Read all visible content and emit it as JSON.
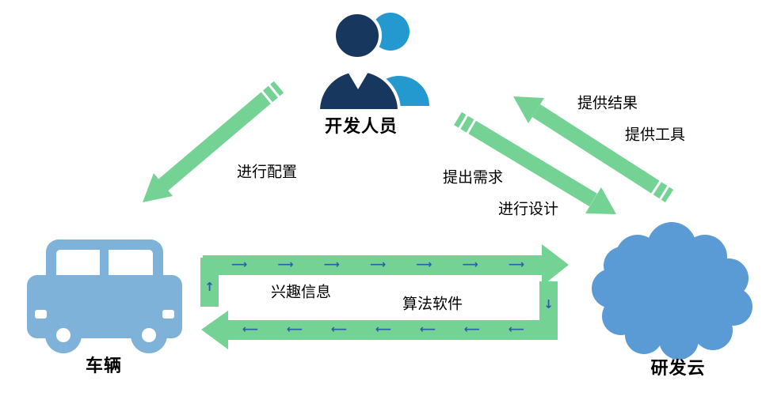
{
  "colors": {
    "arrow_green": "#73D294",
    "flow_blue": "#2E5CA6",
    "person_dark": "#17375E",
    "person_light": "#2499D0",
    "car_blue": "#7EB2D8",
    "cloud_blue": "#5B9BD5",
    "label_black": "#000000",
    "background": "#FFFFFF"
  },
  "nodes": {
    "developer": {
      "label": "开发人员"
    },
    "vehicle": {
      "label": "车辆"
    },
    "cloud": {
      "label": "研发云"
    }
  },
  "edges": {
    "configure": {
      "label": "进行配置"
    },
    "request": {
      "label": "提出需求"
    },
    "design": {
      "label": "进行设计"
    },
    "provide_results": {
      "label": "提供结果"
    },
    "provide_tools": {
      "label": "提供工具"
    },
    "interest_info": {
      "label": "兴趣信息"
    },
    "algorithm": {
      "label": "算法软件"
    }
  },
  "icons": {
    "flow_right": "⟶",
    "flow_left": "⟵",
    "flow_up": "↑",
    "flow_down": "↓"
  }
}
